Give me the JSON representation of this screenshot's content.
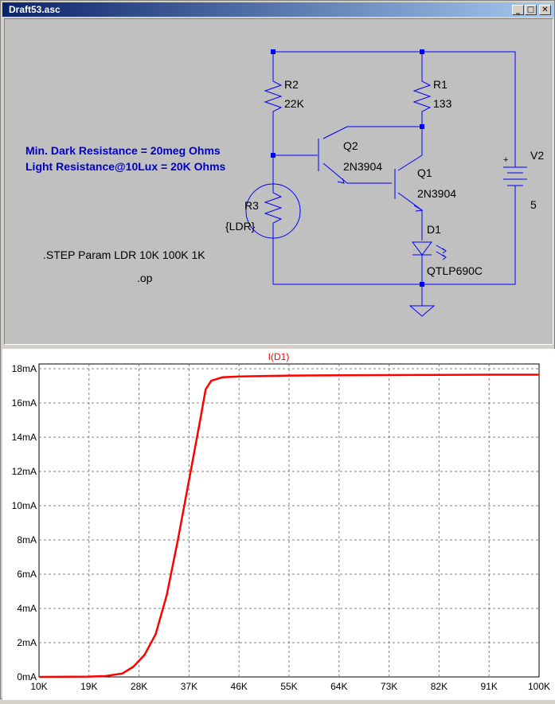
{
  "window": {
    "title": "Draft53.asc",
    "min_label": "_",
    "max_label": "□",
    "close_label": "✕"
  },
  "schematic": {
    "components": {
      "r2_name": "R2",
      "r2_value": "22K",
      "r1_name": "R1",
      "r1_value": "133",
      "r3_name": "R3",
      "r3_value": "{LDR}",
      "q2_name": "Q2",
      "q2_value": "2N3904",
      "q1_name": "Q1",
      "q1_value": "2N3904",
      "d1_name": "D1",
      "d1_value": "QTLP690C",
      "v2_name": "V2",
      "v2_value": "5",
      "v2_plus": "+"
    },
    "comments": [
      "Min. Dark Resistance = 20meg Ohms",
      "Light Resistance@10Lux =  20K Ohms"
    ],
    "directives": [
      ".STEP Param LDR 10K 100K 1K",
      ".op"
    ]
  },
  "colors": {
    "wire": "#0000ff",
    "comment": "#0000c8",
    "trace": "#ff0000",
    "grid": "#808080"
  },
  "chart_data": {
    "type": "line",
    "title": "I(D1)",
    "x_ticks": [
      "10K",
      "19K",
      "28K",
      "37K",
      "46K",
      "55K",
      "64K",
      "73K",
      "82K",
      "91K",
      "100K"
    ],
    "y_ticks": [
      "0mA",
      "2mA",
      "4mA",
      "6mA",
      "8mA",
      "10mA",
      "12mA",
      "14mA",
      "16mA",
      "18mA"
    ],
    "xlim": [
      10000,
      100000
    ],
    "ylim": [
      0,
      18
    ],
    "series": [
      {
        "x": [
          10000,
          19000,
          22000,
          25000,
          27000,
          29000,
          31000,
          33000,
          35000,
          37000,
          39000,
          40000,
          41000,
          43000,
          46000,
          55000,
          64000,
          73000,
          82000,
          91000,
          100000
        ],
        "y": [
          0,
          0.02,
          0.05,
          0.2,
          0.6,
          1.3,
          2.5,
          4.8,
          8.0,
          11.5,
          15.0,
          16.8,
          17.3,
          17.5,
          17.55,
          17.6,
          17.62,
          17.63,
          17.64,
          17.65,
          17.65
        ]
      }
    ]
  }
}
